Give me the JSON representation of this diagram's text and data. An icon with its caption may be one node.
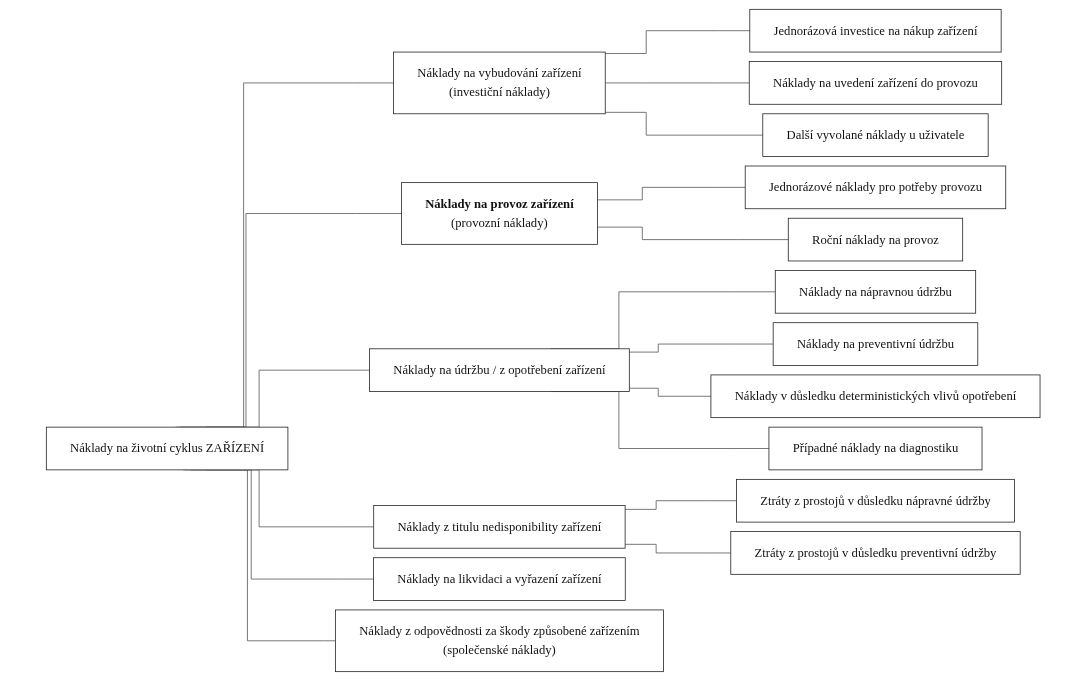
{
  "diagram": {
    "nodes": [
      {
        "text": [
          "Náklady na životní cyklus ZAŘÍZENÍ"
        ]
      },
      {
        "text": [
          "Náklady na vybudování zařízení",
          "(investiční náklady)"
        ]
      },
      {
        "text": [
          "Náklady na provoz zařízení",
          "(provozní náklady)"
        ]
      },
      {
        "text": [
          "Náklady na údržbu / z opotřebení zařízení"
        ]
      },
      {
        "text": [
          "Náklady z titulu nedisponibility zařízení"
        ]
      },
      {
        "text": [
          "Náklady na likvidaci a vyřazení zařízení"
        ]
      },
      {
        "text": [
          "Náklady z odpovědnosti za škody způsobené zařízením",
          "(společenské náklady)"
        ]
      },
      {
        "text": [
          "Jednorázová investice na nákup zařízení"
        ]
      },
      {
        "text": [
          "Náklady na uvedení zařízení do provozu"
        ]
      },
      {
        "text": [
          "Další vyvolané náklady u uživatele"
        ]
      },
      {
        "text": [
          "Jednorázové náklady pro potřeby provozu"
        ]
      },
      {
        "text": [
          "Roční náklady na provoz"
        ]
      },
      {
        "text": [
          "Náklady na nápravnou údržbu"
        ]
      },
      {
        "text": [
          "Náklady na preventivní údržbu"
        ]
      },
      {
        "text": [
          "Náklady v důsledku deterministických vlivů opotřebení"
        ]
      },
      {
        "text": [
          "Případné náklady na diagnostiku"
        ]
      },
      {
        "text": [
          "Ztráty z prostojů v důsledku nápravné údržby"
        ]
      },
      {
        "text": [
          "Ztráty z prostojů v důsledku preventivní údržby"
        ]
      }
    ],
    "edges": [
      {
        "from": 0,
        "to": 1,
        "arrow": "none"
      },
      {
        "from": 0,
        "to": 2,
        "arrow": "none"
      },
      {
        "from": 0,
        "to": 3,
        "arrow": "none"
      },
      {
        "from": 0,
        "to": 4,
        "arrow": "none"
      },
      {
        "from": 0,
        "to": 5,
        "arrow": "none"
      },
      {
        "from": 0,
        "to": 6,
        "arrow": "none"
      },
      {
        "from": 1,
        "to": 7,
        "arrow": "none"
      },
      {
        "from": 1,
        "to": 8,
        "arrow": "none"
      },
      {
        "from": 1,
        "to": 9,
        "arrow": "none"
      },
      {
        "from": 2,
        "to": 10,
        "arrow": "none"
      },
      {
        "from": 2,
        "to": 11,
        "arrow": "none"
      },
      {
        "from": 3,
        "to": 12,
        "arrow": "none"
      },
      {
        "from": 3,
        "to": 13,
        "arrow": "none"
      },
      {
        "from": 3,
        "to": 14,
        "arrow": "none"
      },
      {
        "from": 3,
        "to": 15,
        "arrow": "none"
      },
      {
        "from": 4,
        "to": 16,
        "arrow": "none"
      },
      {
        "from": 4,
        "to": 17,
        "arrow": "none"
      }
    ]
  }
}
